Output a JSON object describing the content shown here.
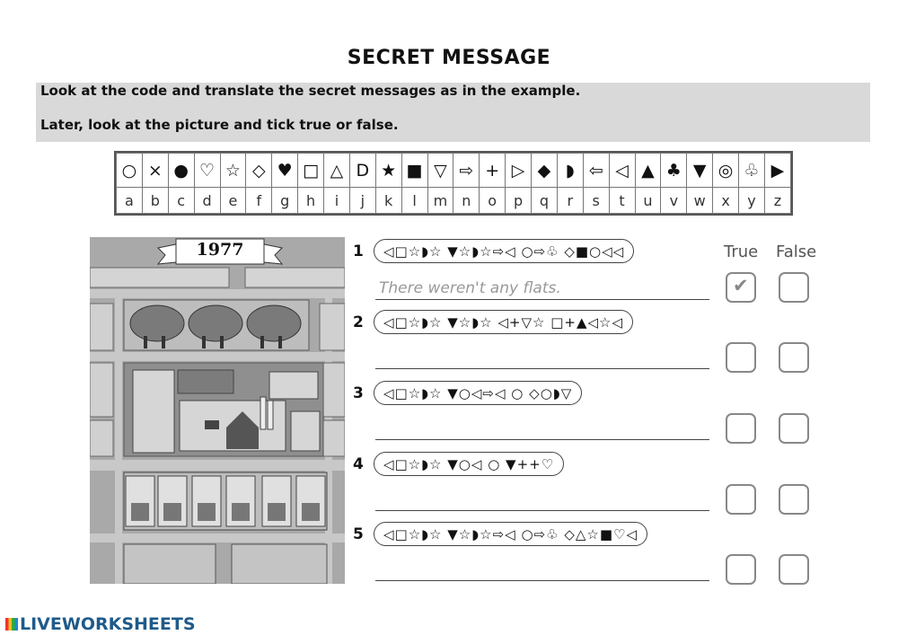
{
  "title": "SECRET MESSAGE",
  "instructions": {
    "line1": "Look at the code and translate the secret messages as in the example.",
    "line2": "Later, look at the picture and tick true or false."
  },
  "code_key": {
    "symbols": [
      "○",
      "×",
      "●",
      "♡",
      "☆",
      "◇",
      "♥",
      "□",
      "△",
      "D",
      "★",
      "■",
      "▽",
      "⇨",
      "+",
      "▷",
      "◆",
      "◗",
      "⇦",
      "◁",
      "▲",
      "♣",
      "▼",
      "◎",
      "♧",
      "▶"
    ],
    "letters": [
      "a",
      "b",
      "c",
      "d",
      "e",
      "f",
      "g",
      "h",
      "i",
      "j",
      "k",
      "l",
      "m",
      "n",
      "o",
      "p",
      "q",
      "r",
      "s",
      "t",
      "u",
      "v",
      "w",
      "x",
      "y",
      "z"
    ]
  },
  "picture": {
    "year": "1977"
  },
  "columns": {
    "true_label": "True",
    "false_label": "False"
  },
  "questions": [
    {
      "num": "1",
      "code": "◁□☆◗☆ ▼☆◗☆⇨◁ ○⇨♧ ◇■○◁◁",
      "example_answer": "There weren't any flats.",
      "true_checked": "✔"
    },
    {
      "num": "2",
      "code": "◁□☆◗☆ ▼☆◗☆ ◁+▽☆ □+▲◁☆◁"
    },
    {
      "num": "3",
      "code": "◁□☆◗☆ ▼○◁⇨◁ ○ ◇○◗▽"
    },
    {
      "num": "4",
      "code": "◁□☆◗☆ ▼○◁ ○ ▼++♡"
    },
    {
      "num": "5",
      "code": "◁□☆◗☆ ▼☆◗☆⇨◁ ○⇨♧ ◇△☆■♡◁"
    }
  ],
  "footer": {
    "logo_text": "LIVEWORKSHEETS"
  }
}
